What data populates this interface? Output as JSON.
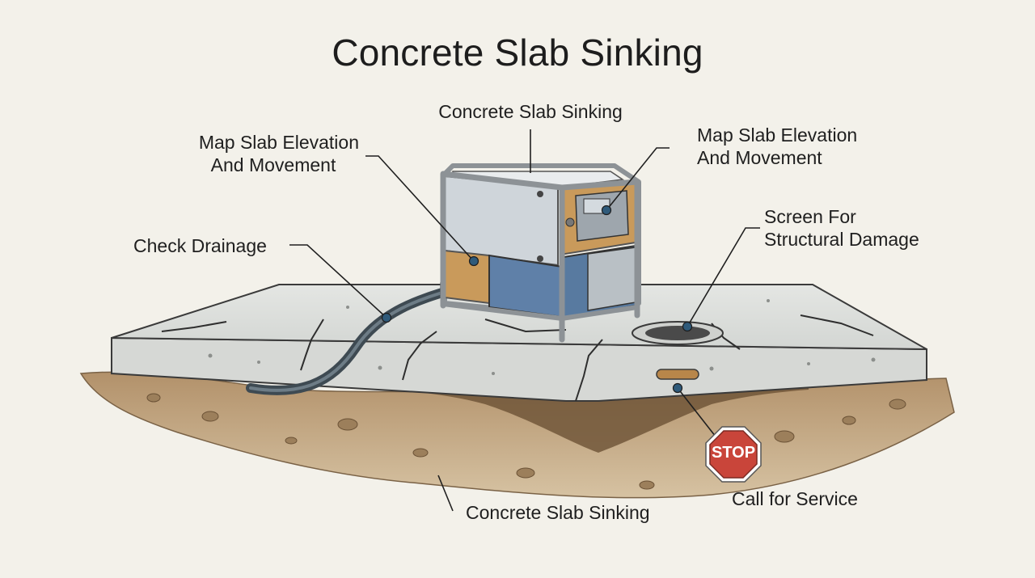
{
  "title": "Concrete Slab Sinking",
  "callouts": {
    "top_center": "Concrete Slab Sinking",
    "left_top_line1": "Map Slab Elevation",
    "left_top_line2": "And Movement",
    "right_top_line1": "Map Slab Elevation",
    "right_top_line2": "And Movement",
    "check_drainage": "Check Drainage",
    "screen_line1": "Screen For",
    "screen_line2": "Structural Damage",
    "bottom_center": "Concrete Slab Sinking",
    "call_service": "Call for Service"
  },
  "stop_sign": {
    "text": "STOP",
    "color": "#c9453a"
  },
  "colors": {
    "machine_blue": "#5f80a8",
    "machine_wood": "#c99a5b",
    "slab": "#dcdedb",
    "soil": "#b89a74"
  }
}
